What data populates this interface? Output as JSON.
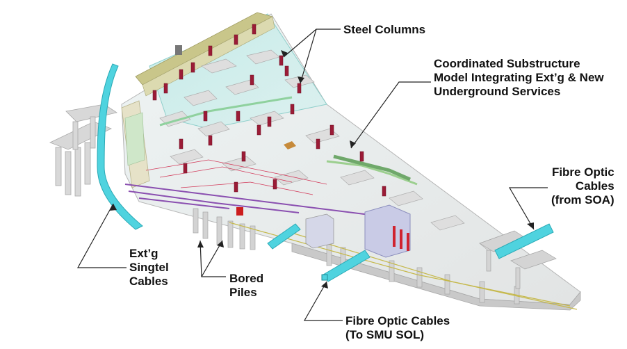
{
  "labels": {
    "steel_columns": "Steel Columns",
    "coordinated_model": "Coordinated Substructure\nModel Integrating Ext’g & New\nUnderground Services",
    "fibre_optic_soa": "Fibre Optic\nCables\n(from SOA)",
    "singtel_cables": "Ext’g\nSingtel\nCables",
    "bored_piles": "Bored\nPiles",
    "fibre_optic_smu": "Fibre Optic Cables\n(To SMU SOL)"
  },
  "colors": {
    "structure_grey": "#d9d9d9",
    "cable_cyan": "#4fd3df",
    "column_red": "#9b1b36",
    "pipe_purple": "#8a4fb0",
    "slab_teal": "#bfe9e6",
    "beam_olive": "#c9c68a"
  }
}
